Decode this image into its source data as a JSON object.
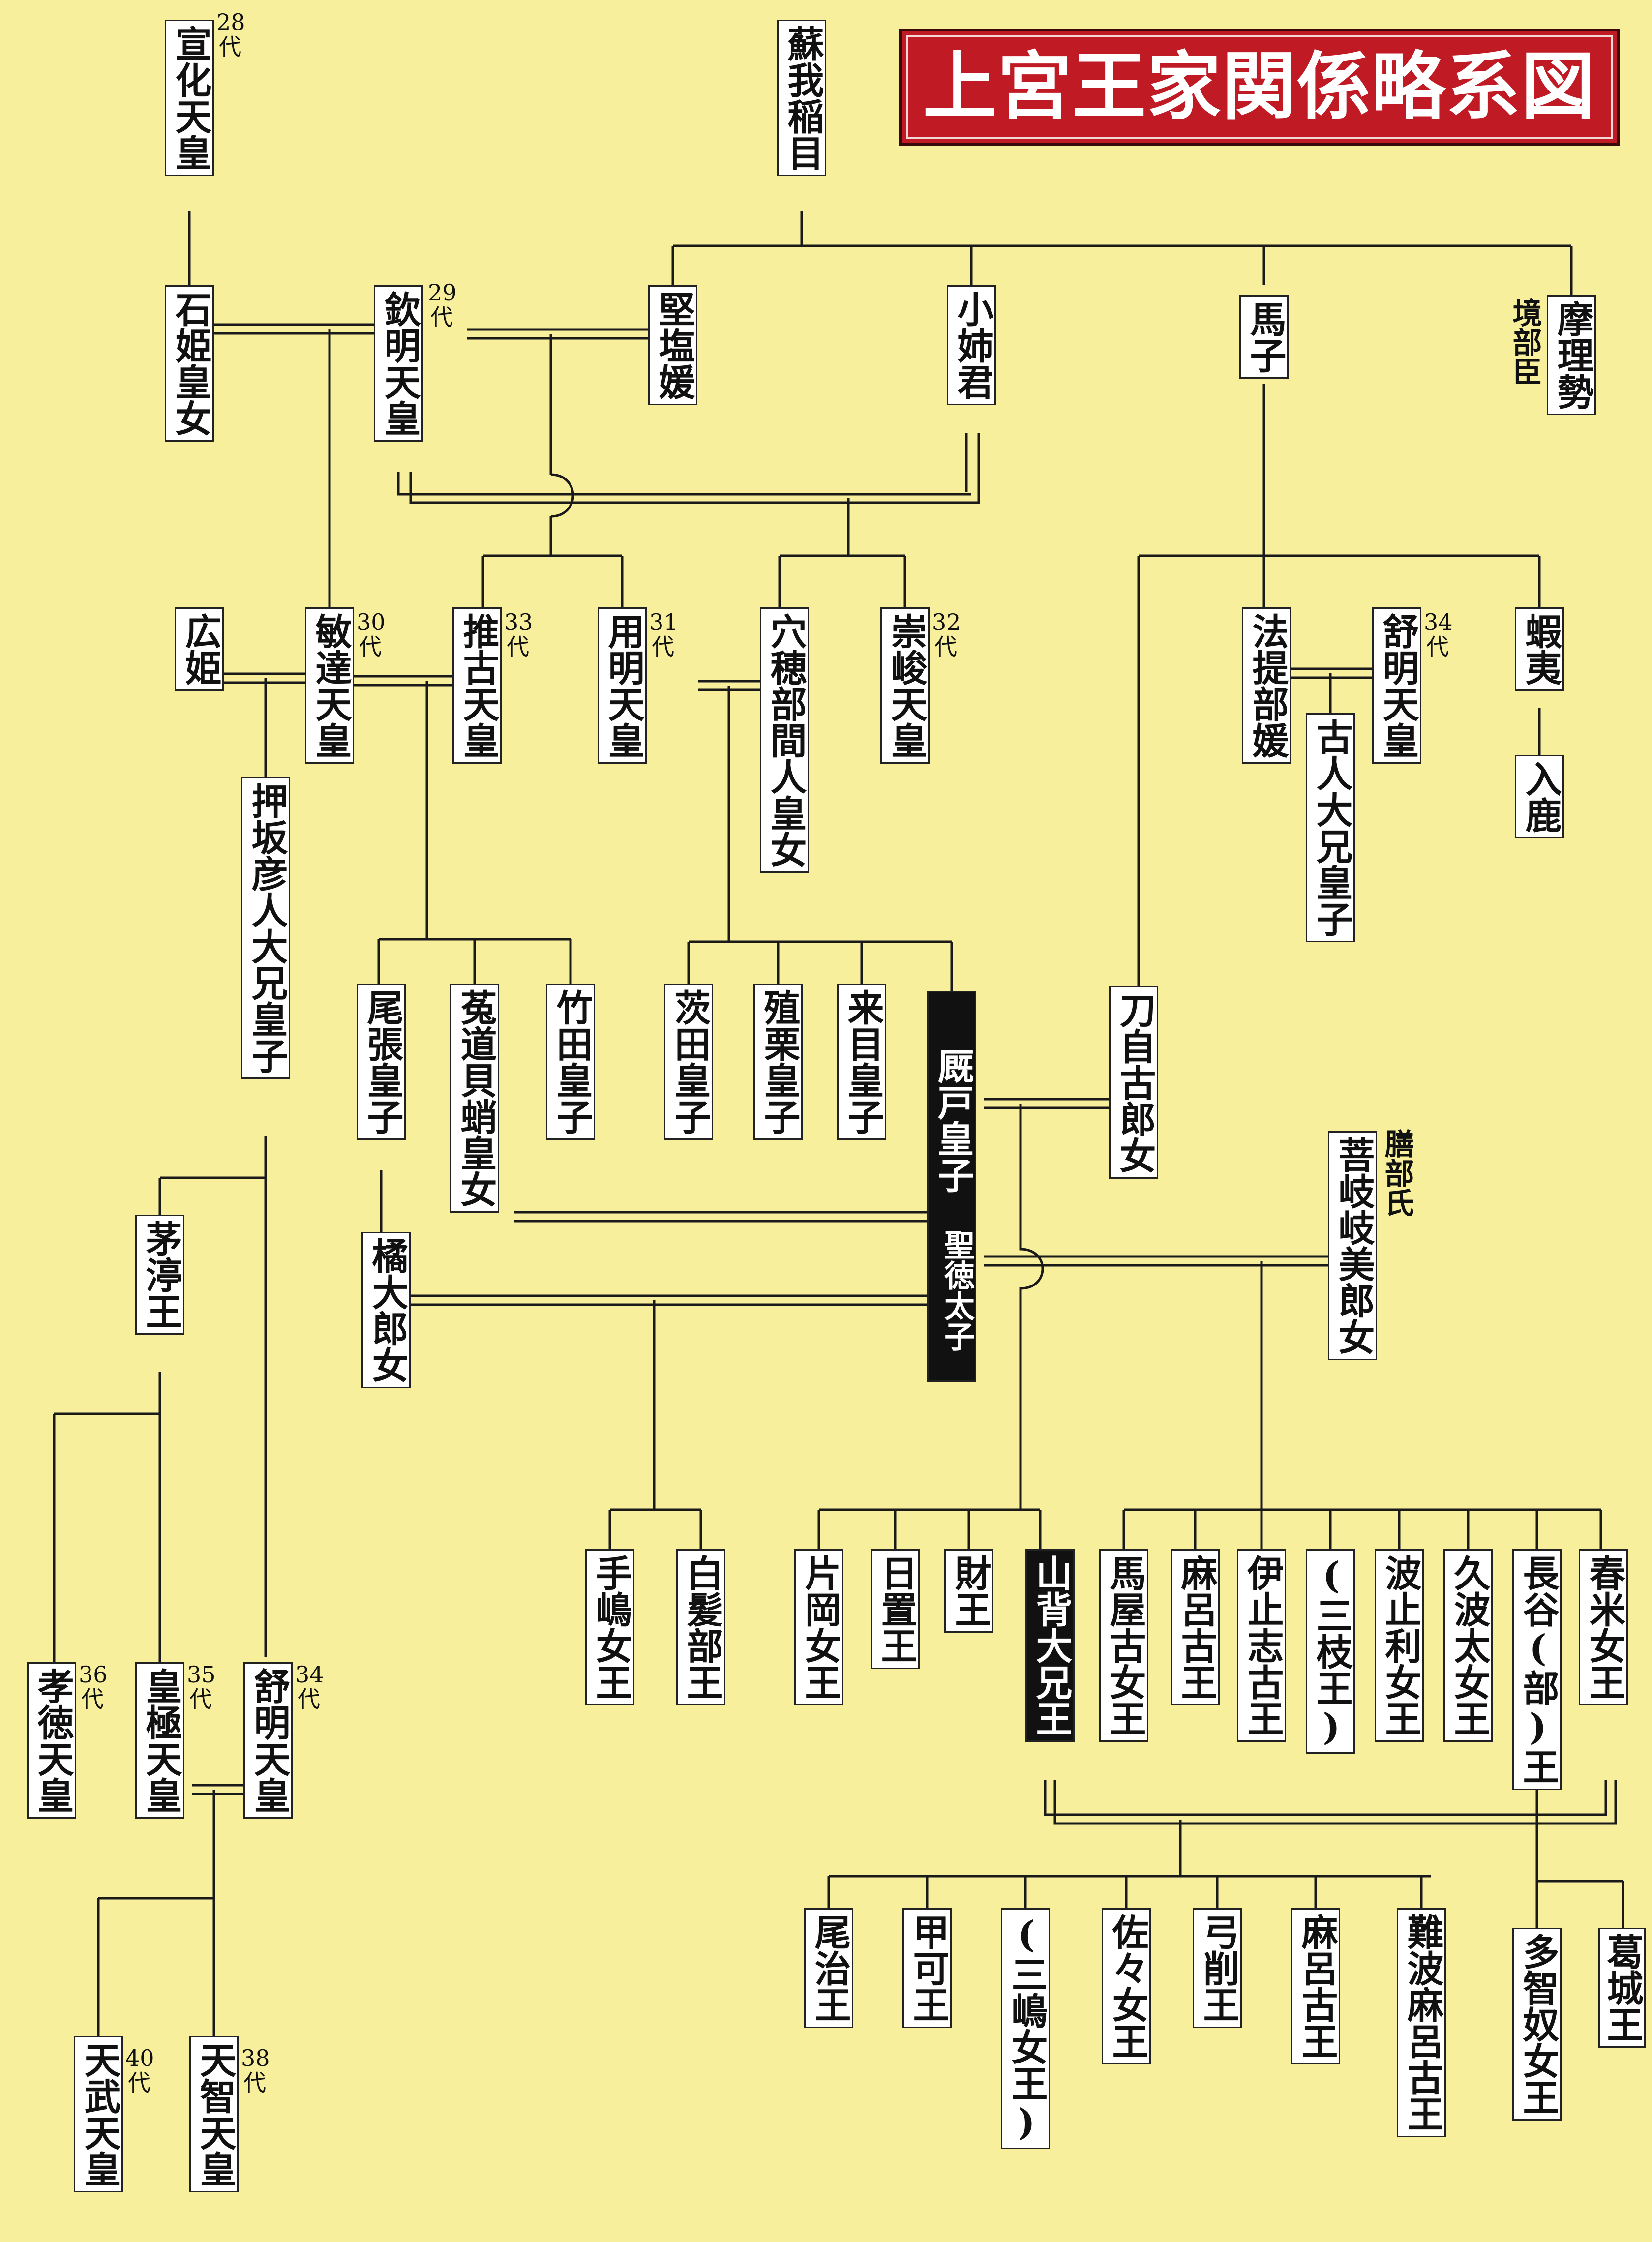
{
  "title": "上宮王家関係略系図",
  "colors": {
    "background": "#f8ef9c",
    "title_bg": "#c01a24",
    "highlight": "#111111"
  },
  "nodes": {
    "senka": "宣化天皇",
    "soga_iname": "蘇我稲目",
    "ishihime": "石姫皇女",
    "kinmei": "欽明天皇",
    "kitashihime": "堅塩媛",
    "oanegimi": "小姉君",
    "umako": "馬子",
    "marise": "摩理勢",
    "hirohime": "広姫",
    "bidatsu": "敏達天皇",
    "suiko": "推古天皇",
    "yomei": "用明天皇",
    "anahobe": "穴穂部間人皇女",
    "sushun": "崇峻天皇",
    "hotei": "法提部媛",
    "jomei_top": "舒明天皇",
    "emishi": "蝦夷",
    "oshisaka": "押坂彦人大兄皇子",
    "furuhito": "古人大兄皇子",
    "iruka": "入鹿",
    "owari": "尾張皇子",
    "uji_kaitako": "菟道貝蛸皇女",
    "takeda": "竹田皇子",
    "ubarada": "茨田皇子",
    "ekuri": "殖栗皇子",
    "kume": "来目皇子",
    "umayado": "厩戸皇子",
    "tojiko": "刀自古郎女",
    "kashiwade_note": "膳部氏",
    "hokiki": "菩岐岐美郎女",
    "chinu": "茅渟王",
    "tachibana": "橘大郎女",
    "tejima": "手嶋女王",
    "shiraka": "白髪部王",
    "kataoka": "片岡女王",
    "hioki": "日置王",
    "takara": "財王",
    "yamashiro": "山背大兄王",
    "umaya_ko": "馬屋古女王",
    "maro_ko": "麻呂古王",
    "ishiko": "伊止志古王",
    "mieda": "(三枝王)",
    "hatori": "波止利女王",
    "kuhata": "久波太女王",
    "hatsuse": "長谷(部)王",
    "kume_jo": "春米女王",
    "kotoku": "孝徳天皇",
    "kogyoku": "皇極天皇",
    "jomei_bottom": "舒明天皇",
    "oji": "尾治王",
    "koka": "甲可王",
    "mishima": "(三嶋女王)",
    "sasa": "佐々女王",
    "yuge": "弓削王",
    "maro_ko2": "麻呂古王",
    "naniwa": "難波麻呂古王",
    "tachi": "多智奴女王",
    "katsuragi": "葛城王",
    "tenmu": "天武天皇",
    "tenji": "天智天皇"
  },
  "generations": {
    "senka": "28代",
    "kinmei": "29代",
    "bidatsu": "30代",
    "suiko": "33代",
    "yomei": "31代",
    "sushun": "32代",
    "jomei_top": "34代",
    "kotoku": "36代",
    "kogyoku": "35代",
    "jomei_bottom": "34代",
    "tenmu": "40代",
    "tenji": "38代"
  },
  "notes": {
    "marise": "境部臣",
    "umayado": "聖徳太子"
  }
}
